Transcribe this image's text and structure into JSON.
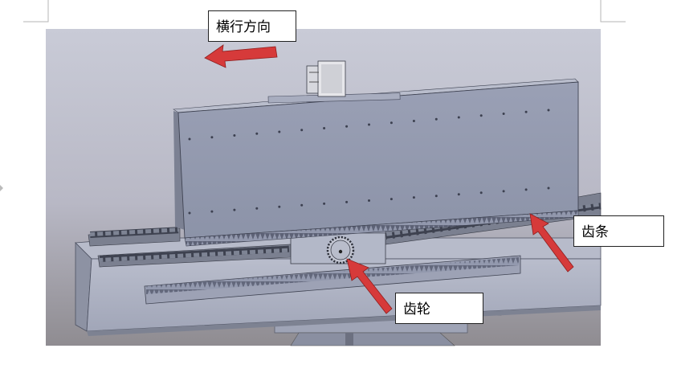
{
  "labels": {
    "traverse_direction": "横行方向",
    "rack": "齿条",
    "gear": "齿轮"
  },
  "colors": {
    "arrow_red": "#d63a3a",
    "plate": "#8c93a8",
    "frame": "#a8adbf",
    "background_top": "#c9cbd7",
    "background_bottom": "#8f8c91"
  }
}
